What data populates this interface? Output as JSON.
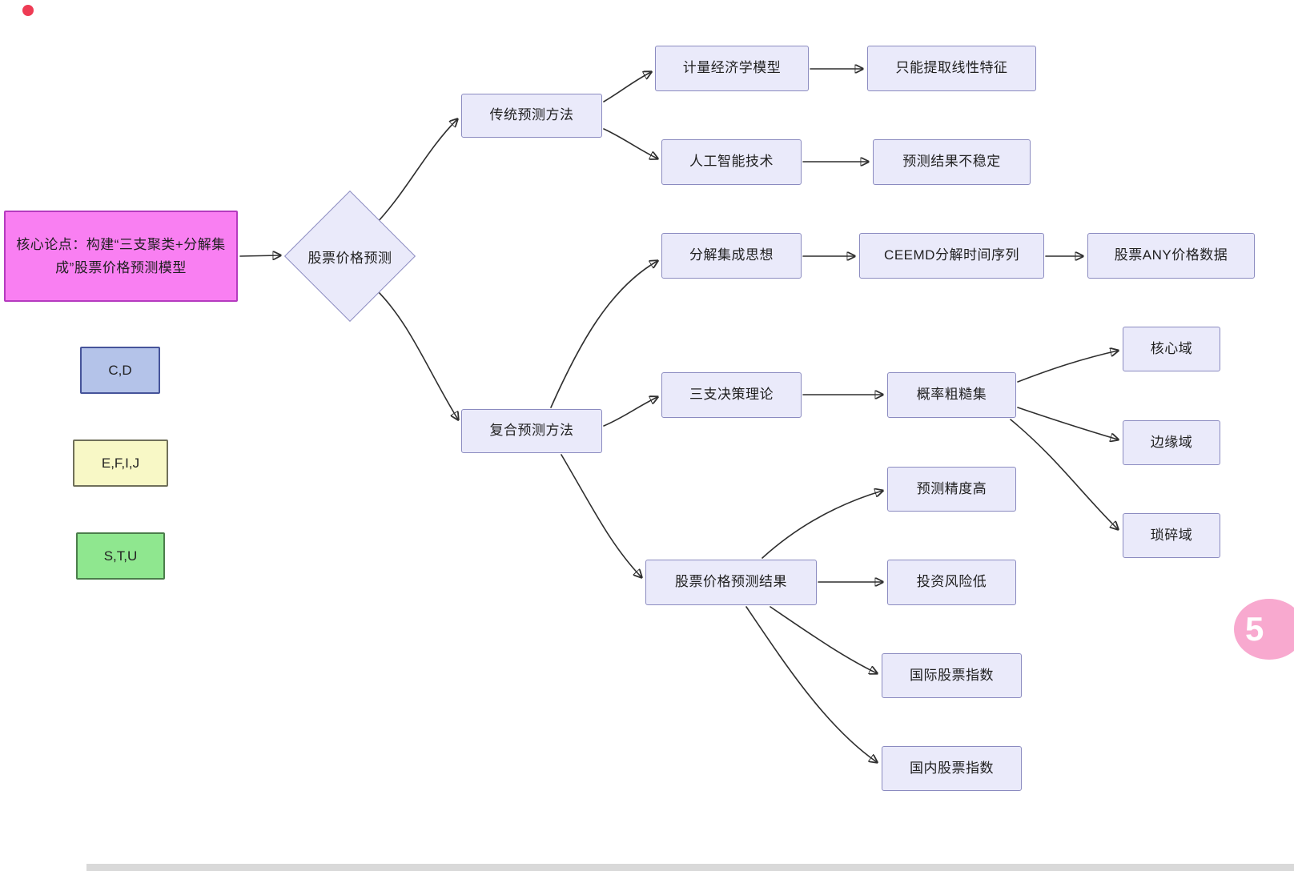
{
  "diagram": {
    "nodes": {
      "core_thesis": "核心论点：构建“三支聚类+分解集成”股票价格预测模型",
      "root": "股票价格预测",
      "legend_cd": "C,D",
      "legend_efij": "E,F,I,J",
      "legend_stu": "S,T,U",
      "traditional": "传统预测方法",
      "econometric": "计量经济学模型",
      "linear_only": "只能提取线性特征",
      "ai_tech": "人工智能技术",
      "unstable": "预测结果不稳定",
      "composite": "复合预测方法",
      "decomposition": "分解集成思想",
      "ceemd": "CEEMD分解时间序列",
      "any_price": "股票ANY价格数据",
      "three_way": "三支决策理论",
      "prob_rough": "概率粗糙集",
      "core_domain": "核心域",
      "boundary_domain": "边缘域",
      "trivial_domain": "琐碎域",
      "prediction_result": "股票价格预测结果",
      "high_accuracy": "预测精度高",
      "low_risk": "投资风险低",
      "intl_index": "国际股票指数",
      "domestic_index": "国内股票指数"
    },
    "edges": [
      {
        "from": "core_thesis",
        "to": "root"
      },
      {
        "from": "root",
        "to": "traditional"
      },
      {
        "from": "root",
        "to": "composite"
      },
      {
        "from": "traditional",
        "to": "econometric"
      },
      {
        "from": "traditional",
        "to": "ai_tech"
      },
      {
        "from": "econometric",
        "to": "linear_only"
      },
      {
        "from": "ai_tech",
        "to": "unstable"
      },
      {
        "from": "composite",
        "to": "decomposition"
      },
      {
        "from": "composite",
        "to": "three_way"
      },
      {
        "from": "composite",
        "to": "prediction_result"
      },
      {
        "from": "decomposition",
        "to": "ceemd"
      },
      {
        "from": "ceemd",
        "to": "any_price"
      },
      {
        "from": "three_way",
        "to": "prob_rough"
      },
      {
        "from": "prob_rough",
        "to": "core_domain"
      },
      {
        "from": "prob_rough",
        "to": "boundary_domain"
      },
      {
        "from": "prob_rough",
        "to": "trivial_domain"
      },
      {
        "from": "prediction_result",
        "to": "high_accuracy"
      },
      {
        "from": "prediction_result",
        "to": "low_risk"
      },
      {
        "from": "prediction_result",
        "to": "intl_index"
      },
      {
        "from": "prediction_result",
        "to": "domestic_index"
      }
    ],
    "colors": {
      "node_fill": "#eaeafa",
      "node_border": "#8b8bc0",
      "thesis_fill": "#f97ff2",
      "legend_cd_fill": "#b4c3e9",
      "legend_efij_fill": "#f8f8c6",
      "legend_stu_fill": "#8fe78f",
      "arrow": "#2f2f2f",
      "badge_fill": "#f8a9cf"
    },
    "badge": {
      "label": "5"
    }
  }
}
